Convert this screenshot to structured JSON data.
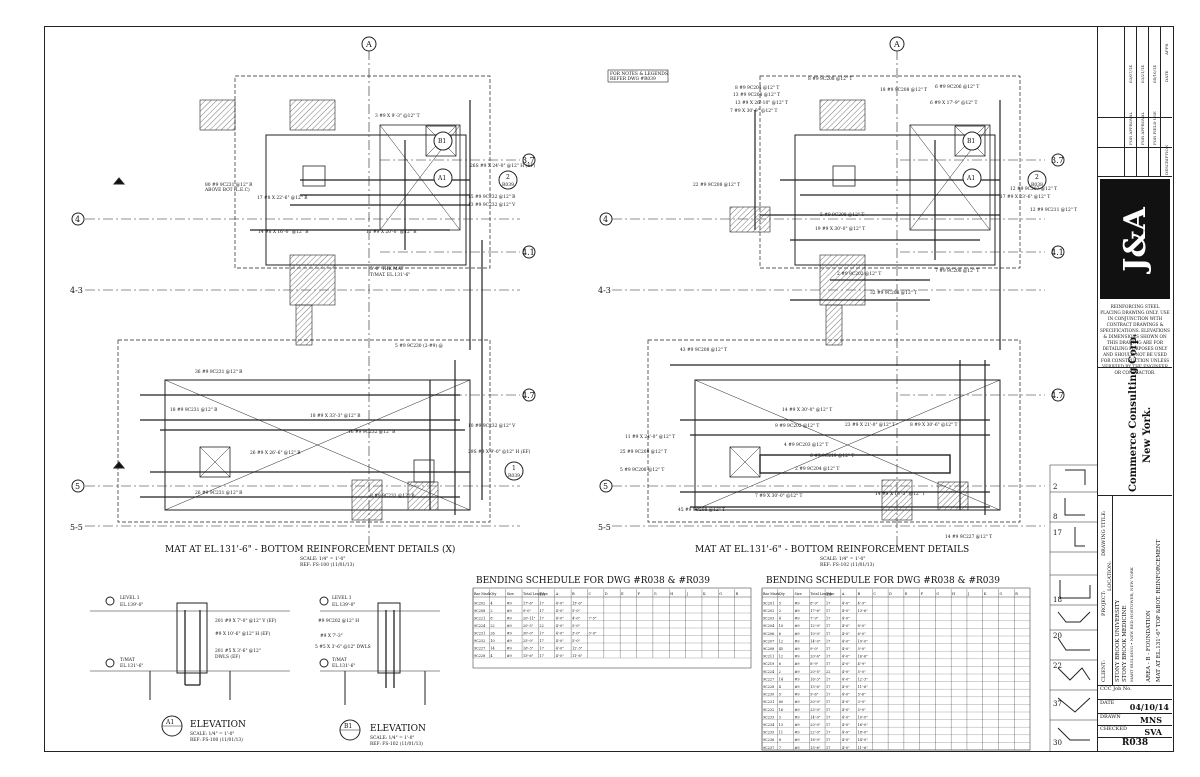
{
  "sheet": {
    "titles": {
      "plan_left": "MAT AT EL.131'-6\" - BOTTOM REINFORCEMENT DETAILS (X)",
      "plan_right": "MAT AT EL.131'-6\" - BOTTOM REINFORCEMENT DETAILS",
      "scale": "SCALE: 1/4\" = 1'-0\"",
      "ref_left": "REF: FS-100 (11/01/13)",
      "ref_right": "REF: FS-102 (11/01/13)"
    },
    "notes_box": [
      "FOR NOTES & LEGENDS",
      "REFER DWG #R039"
    ],
    "gridlines": {
      "A": "A",
      "r3_7": "3.7",
      "r4": "4",
      "r4_1": "4.1",
      "r4_3": "4-3",
      "r4_7": "4.7",
      "r5": "5",
      "r5_5": "5-5"
    },
    "callouts": {
      "b1": "B1",
      "a1": "A1",
      "two": "2",
      "one": "1",
      "r039": "R039",
      "r038": "R038"
    },
    "left_labels": [
      "3 #9 X 9'-3\" @12\" T",
      "26S #9 X 24'-0\" @12\" H (EF)",
      "80 #9 9C231 @12\" B",
      "ABOVE BOT (L.E.C)",
      "17 #8 X 22'-6\" @12\" B",
      "15 #9 9C232 @12\" B",
      "13 #9 9C232 @12\" V",
      "14 #8 X 16'-0\" @12\" B",
      "11 #9 X 20'-0\" @12\" B",
      "5'-0\" THK MAT",
      "T/MAT. EL.131'-6\"",
      "5 #9 9C230 (2-#9) @",
      "36 #9 9C231 @12\" B",
      "18 #9 9C231 @12\" B",
      "18 #9 X 33'-3\" @12\" B",
      "16 #9 9C232 @12\" B",
      "10 #9 9C232 @12\" V",
      "26 #9 X 26'-6\" @12\" B",
      "29S #9 X 9'-0\" @12\" H (EF)",
      "8 #9 9C231 @12\" B",
      "26 #9 9C231 @12\" B"
    ],
    "right_labels": [
      "8 #9 9C204 @12\" T",
      "8 #9 9C208 @12\" T",
      "6 #9 9C206 @12\" T",
      "18 #9 9C208 @12\" T",
      "13 #9 9C208 @12\" T",
      "13 #9 X 26'-10\" @12\" T",
      "6 #9 X 17'-9\" @12\" T",
      "7 #9 X 30'-9\" @12\" T",
      "12 #9 9C207 @12\" T",
      "22 #9 9C208 @12\" T",
      "17 #9 X 23'-6\" @12\" T",
      "12 #9 9C211 @12\" T",
      "5 #9 9C208 @12\" T",
      "19 #9 X 30'-0\" @12\" T",
      "2 #9 9C202 @12\" T",
      "7 #9 9C208 @12\" T",
      "32 #9 9C208 @12\" T",
      "43 #9 9C208 @12\" T",
      "14 #9 X 30'-0\" @12\" T",
      "11 #9 X 24'-0\" @12\" T",
      "25 #9 9C208 @12\" T",
      "5 #9 9C208 @12\" T",
      "9 #9 9C202 @12\" T",
      "23 #9 X 21'-0\" @12\" T",
      "8 #9 X 30'-6\" @12\" T",
      "4 #9 9C203 @12\" T",
      "6 #9 9C219 @12\" T",
      "2 #9 9C204 @12\" T",
      "7 #9 X 30'-0\" @12\" T",
      "45 #9 9C208 @12\" T",
      "14 #9 X 16'-3\" @12\" T",
      "14 #9 9C227 @12\" T"
    ],
    "details": {
      "a1_title": "ELEVATION",
      "a1_scale": "SCALE: 1/4\" = 1'-0\"",
      "a1_ref": "REF: FS-100 (11/01/13)",
      "b1_title": "ELEVATION",
      "b1_scale": "SCALE: 1/4\" = 1'-0\"",
      "b1_ref": "REF: FS-102 (11/01/13)",
      "level": "LEVEL 1",
      "el1": "EL.139'-0\"",
      "tmat": "T/MAT",
      "el2": "EL.131'-6\"",
      "a1_bars": [
        "201 #9 X 7'-0\" @12\" V (EF)",
        "#9 X 10'-6\" @12\" H (EF)",
        "201 #5 X 3'-6\" @12\"",
        "DWLS (EF)"
      ],
      "b1_bars": [
        "#9 9C202 @12\" H",
        "#9 X 7'-3\"",
        "5 #5 X 3'-6\" @12\" DWLS"
      ]
    },
    "schedules": {
      "left_title": "BENDING SCHEDULE FOR DWG #R038 & #R039",
      "right_title": "BENDING SCHEDULE FOR DWG #R038 & #R039",
      "headers": [
        "Bar Mark",
        "Qty",
        "Size",
        "Total Length",
        "Type",
        "A",
        "B",
        "C",
        "D",
        "E",
        "F",
        "G",
        "H",
        "J",
        "K",
        "O",
        "R"
      ],
      "left_rows": [
        [
          "9C202",
          "4",
          "#9",
          "17'-6\"",
          "17",
          "4'-0\"",
          "13'-6\""
        ],
        [
          "9C208",
          "2",
          "#9",
          "9'-0\"",
          "17",
          "4'-0\"",
          "5'-0\""
        ],
        [
          "9C221",
          "8",
          "#9",
          "20'-11\"",
          "17",
          "4'-0\"",
          "4'-0\"",
          "7'-5\""
        ],
        [
          "9C224",
          "22",
          "#9",
          "20'-5\"",
          "22",
          "4'-0\"",
          "5'-0\""
        ],
        [
          "9C231",
          "26",
          "#9",
          "30'-0\"",
          "17",
          "4'-0\"",
          "3'-0\"",
          "3'-0\""
        ],
        [
          "9C232",
          "10",
          "#9",
          "25'-0\"",
          "17",
          "4'-0\"",
          "5'-0\""
        ],
        [
          "9C227",
          "14",
          "#9",
          "16'-3\"",
          "17",
          "4'-0\"",
          "12'-3\""
        ],
        [
          "9C228",
          "4",
          "#9",
          "15'-6\"",
          "17",
          "4'-0\"",
          "11'-6\""
        ]
      ],
      "right_rows": [
        [
          "9C201",
          "5",
          "#9",
          "8'-9\"",
          "17",
          "4'-0\"",
          "4'-9\""
        ],
        [
          "9C202",
          "2",
          "#9",
          "17'-6\"",
          "17",
          "4'-0\"",
          "13'-6\""
        ],
        [
          "9C203",
          "4",
          "#9",
          "7'-9\"",
          "17",
          "4'-0\""
        ],
        [
          "9C204",
          "10",
          "#9",
          "12'-0\"",
          "17",
          "4'-0\"",
          "8'-0\""
        ],
        [
          "9C206",
          "6",
          "#9",
          "10'-0\"",
          "17",
          "4'-0\"",
          "6'-0\""
        ],
        [
          "9C207",
          "12",
          "#9",
          "14'-0\"",
          "17",
          "4'-0\"",
          "10'-0\""
        ],
        [
          "9C208",
          "45",
          "#9",
          "9'-0\"",
          "17",
          "4'-0\"",
          "5'-0\""
        ],
        [
          "9C211",
          "12",
          "#9",
          "20'-6\"",
          "17",
          "4'-0\"",
          "16'-6\""
        ],
        [
          "9C219",
          "6",
          "#9",
          "8'-9\"",
          "17",
          "4'-0\"",
          "4'-9\""
        ],
        [
          "9C224",
          "2",
          "#9",
          "20'-5\"",
          "22",
          "4'-0\"",
          "5'-0\""
        ],
        [
          "9C227",
          "14",
          "#9",
          "16'-3\"",
          "17",
          "4'-0\"",
          "12'-3\""
        ],
        [
          "9C228",
          "4",
          "#9",
          "15'-6\"",
          "17",
          "4'-0\"",
          "11'-6\""
        ],
        [
          "9C230",
          "5",
          "#9",
          "9'-6\"",
          "17",
          "4'-0\"",
          "5'-6\""
        ],
        [
          "9C231",
          "80",
          "#9",
          "30'-0\"",
          "17",
          "4'-0\"",
          "3'-0\""
        ],
        [
          "9C232",
          "16",
          "#9",
          "25'-0\"",
          "17",
          "4'-0\"",
          "5'-0\""
        ],
        [
          "9C233",
          "3",
          "#9",
          "14'-0\"",
          "17",
          "4'-0\"",
          "10'-0\""
        ],
        [
          "9C234",
          "13",
          "#9",
          "20'-0\"",
          "17",
          "4'-0\"",
          "16'-0\""
        ],
        [
          "9C235",
          "11",
          "#9",
          "22'-0\"",
          "17",
          "4'-0\"",
          "18'-0\""
        ],
        [
          "9C236",
          "8",
          "#9",
          "18'-0\"",
          "17",
          "4'-0\"",
          "14'-0\""
        ],
        [
          "9C237",
          "7",
          "#9",
          "15'-6\"",
          "17",
          "4'-0\"",
          "11'-6\""
        ]
      ]
    },
    "bend_types": [
      "2",
      "8",
      "17",
      "18",
      "20",
      "22",
      "37",
      "30"
    ]
  },
  "titleblock": {
    "revisions": [
      {
        "rev": "1",
        "desc": "FOR FIELD USE",
        "date": "04/10/14"
      },
      {
        "rev": "2",
        "desc": "FOR APPROVAL",
        "date": "03/21/14"
      },
      {
        "rev": "3",
        "desc": "FOR APPROVAL",
        "date": "03/07/14"
      }
    ],
    "rev_headers": [
      "REV",
      "DESCRIPTION",
      "DATE",
      "APPR"
    ],
    "logo": "J&A",
    "notes": "REINFORCING STEEL PLACING DRAWING ONLY. USE IN CONJUNCTION WITH CONTRACT DRAWINGS & SPECIFICATIONS. ELEVATIONS & DIMENSIONS SHOWN ON THIS DRAWING ARE FOR DETAILING PURPOSES ONLY AND SHOULD NOT BE USED FOR CONSTRUCTION UNLESS VERIFIED BY THE ENGINEER OR CONTRACTOR.",
    "client_label": "CLIENT:",
    "client": "Commerce Consulting Corp.",
    "client_city": "New York.",
    "project_label": "PROJECT:",
    "project": "STONY BROOK UNIVERSITY",
    "project2": "STONY BROOK MEDICINE",
    "project3": "MART BUILDING • NEW RED HOSTOWER, NEW YORK",
    "location_label": "LOCATION:",
    "drawing_title_label": "DRAWING TITLE:",
    "drawing_title": "AREA - B - FOUNDATION",
    "drawing_title2": "MAT AT EL.131'-6\" TOP &BOT. REINFORCEMENT",
    "job_label": "CCC Job No.",
    "date_label": "DATE",
    "date": "04/10/14",
    "drawn_label": "DRAWN",
    "drawn": "MNS",
    "checked_label": "CHECKED",
    "checked": "SVA",
    "dwg_no": "R038"
  }
}
